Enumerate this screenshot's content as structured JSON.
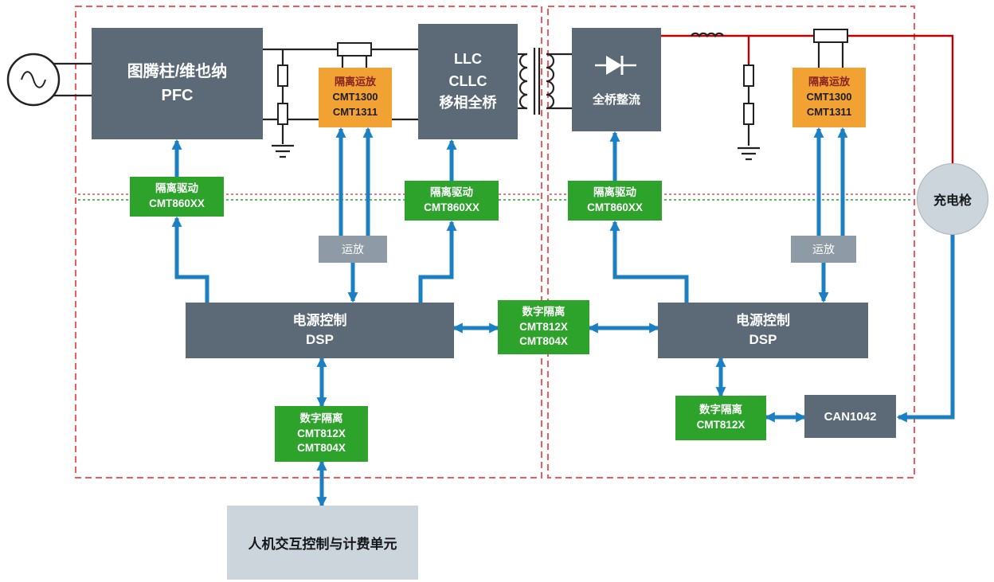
{
  "colors": {
    "dark_block": "#5b6a76",
    "green_block": "#2da32b",
    "orange_block": "#f2a233",
    "gray_block": "#8e9aa5",
    "light_block": "#ccd5dc",
    "arrow_blue": "#1b7fc4",
    "power_red": "#c00000",
    "wire_dark": "#222222",
    "boundary_dashed_red": "#f15b5b"
  },
  "symbols": {
    "ac_source": "ac-source-icon",
    "transformer": "transformer-icon",
    "diode": "diode-icon",
    "inductor": "inductor-icon",
    "shunt_resistor": "shunt-resistor-icon",
    "voltage_divider": "voltage-divider-icon",
    "ground": "ground-icon"
  },
  "blocks": {
    "pfc": {
      "line1": "图腾柱/维也纳",
      "line2": "PFC"
    },
    "llc": {
      "line1": "LLC",
      "line2": "CLLC",
      "line3": "移相全桥"
    },
    "rectifier": {
      "label": "全桥整流"
    },
    "iso_amp_left": {
      "title": "隔离运放",
      "parts": [
        "CMT1300",
        "CMT1311"
      ]
    },
    "iso_amp_right": {
      "title": "隔离运放",
      "parts": [
        "CMT1300",
        "CMT1311"
      ]
    },
    "driver_left": {
      "title": "隔离驱动",
      "part": "CMT860XX"
    },
    "driver_mid": {
      "title": "隔离驱动",
      "part": "CMT860XX"
    },
    "driver_right": {
      "title": "隔离驱动",
      "part": "CMT860XX"
    },
    "opamp_left": {
      "label": "运放"
    },
    "opamp_right": {
      "label": "运放"
    },
    "dsp_left": {
      "line1": "电源控制",
      "line2": "DSP"
    },
    "dsp_right": {
      "line1": "电源控制",
      "line2": "DSP"
    },
    "digital_iso_mid": {
      "title": "数字隔离",
      "parts": [
        "CMT812X",
        "CMT804X"
      ]
    },
    "digital_iso_bottom": {
      "title": "数字隔离",
      "parts": [
        "CMT812X",
        "CMT804X"
      ]
    },
    "digital_iso_right": {
      "title": "数字隔离",
      "parts": [
        "CMT812X"
      ]
    },
    "can_transceiver": {
      "label": "CAN1042"
    },
    "charging_gun": {
      "label": "充电枪"
    },
    "hmi": {
      "label": "人机交互控制与计费单元"
    }
  }
}
